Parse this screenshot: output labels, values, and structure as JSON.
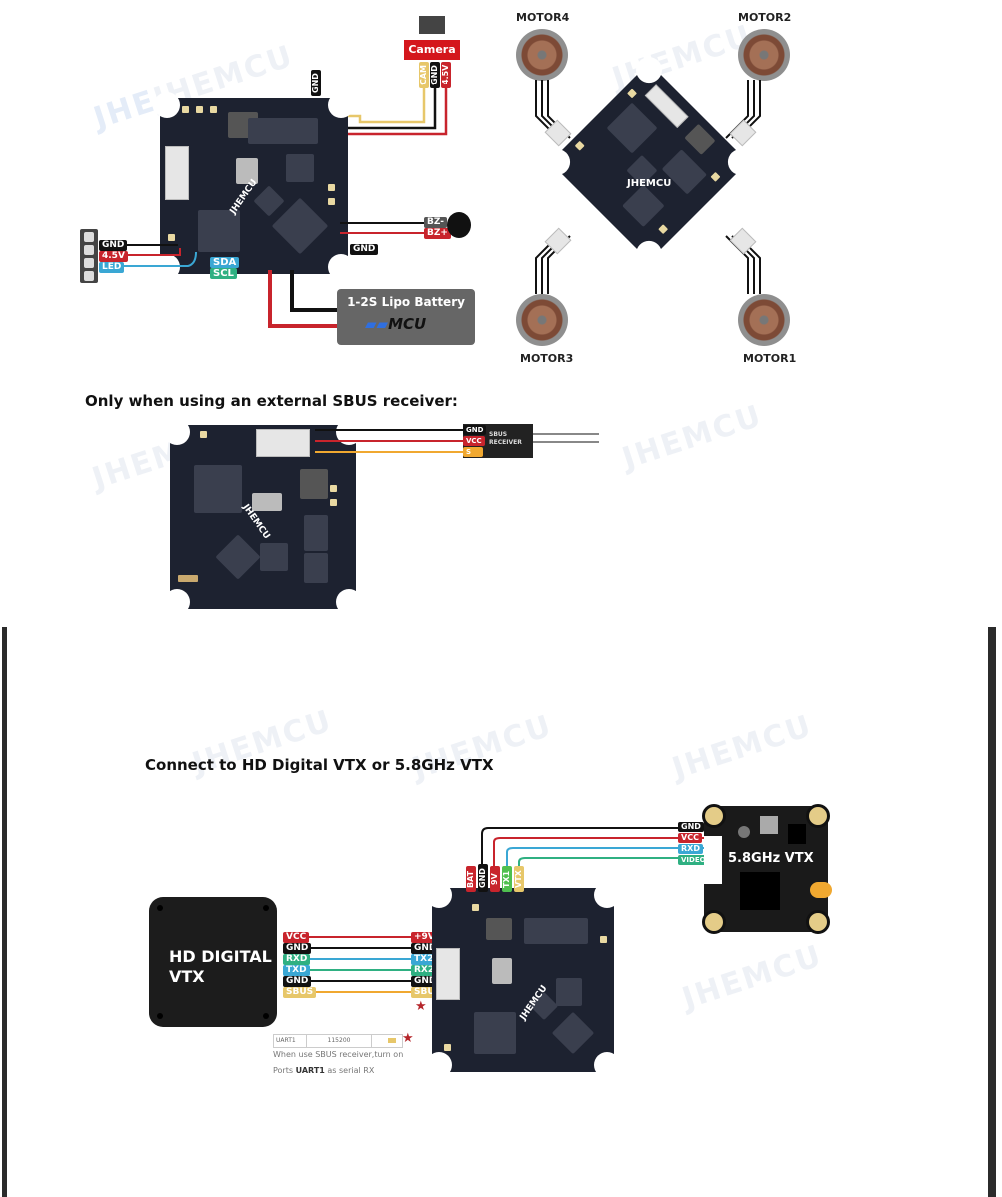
{
  "watermark": "JHEMCU",
  "top_diagram": {
    "camera": {
      "label": "Camera",
      "pins": [
        "CAM",
        "GND",
        "4.5V"
      ]
    },
    "fc_board_brand": "JHEMCU",
    "fc_top_label": "GND",
    "led_strip": {
      "pins": [
        "GND",
        "4.5V",
        "LED"
      ]
    },
    "i2c": {
      "sda": "SDA",
      "scl": "SCL"
    },
    "buzzer": {
      "pins": [
        "BZ-",
        "BZ+"
      ]
    },
    "gnd_right": "GND",
    "battery": {
      "title": "1-2S Lipo Battery",
      "brand": "MCU"
    }
  },
  "motor_diagram": {
    "motors": [
      "MOTOR4",
      "MOTOR2",
      "MOTOR3",
      "MOTOR1"
    ],
    "board_brand": "JHEMCU"
  },
  "sbus_section": {
    "heading": "Only when using an external SBUS receiver:",
    "receiver": {
      "title_line1": "SBUS",
      "title_line2": "RECEIVER",
      "pins": [
        "GND",
        "VCC",
        "S"
      ]
    }
  },
  "vtx_section": {
    "heading": "Connect to HD Digital VTX or 5.8GHz VTX",
    "hd_vtx": {
      "title_line1": "HD DIGITAL",
      "title_line2": "VTX",
      "pins_left": [
        "VCC",
        "GND",
        "RXD",
        "TXD",
        "GND",
        "SBUS"
      ],
      "pins_right": [
        "+9V",
        "GND",
        "TX2",
        "RX2",
        "GND",
        "SBUS"
      ]
    },
    "fc_top_pins": [
      "BAT",
      "GND",
      "9V",
      "TX1",
      "VTX"
    ],
    "analog_vtx": {
      "title": "5.8GHz VTX",
      "pins": [
        "GND",
        "VCC",
        "RXD",
        "VIDEO"
      ]
    },
    "uart_note": {
      "table": [
        "UART1",
        "115200",
        ""
      ],
      "line1": "When use SBUS receiver,turn on",
      "line2_prefix": "Ports ",
      "line2_bold": "UART1",
      "line2_suffix": " as serial RX"
    },
    "star": "★"
  },
  "colors": {
    "board": "#1d2230",
    "wire_red": "#c8242c",
    "wire_black": "#111111",
    "wire_blue": "#3aa7d4",
    "wire_green": "#2fb082",
    "wire_orange": "#f0a830",
    "panel_border": "#2b2b2b"
  }
}
